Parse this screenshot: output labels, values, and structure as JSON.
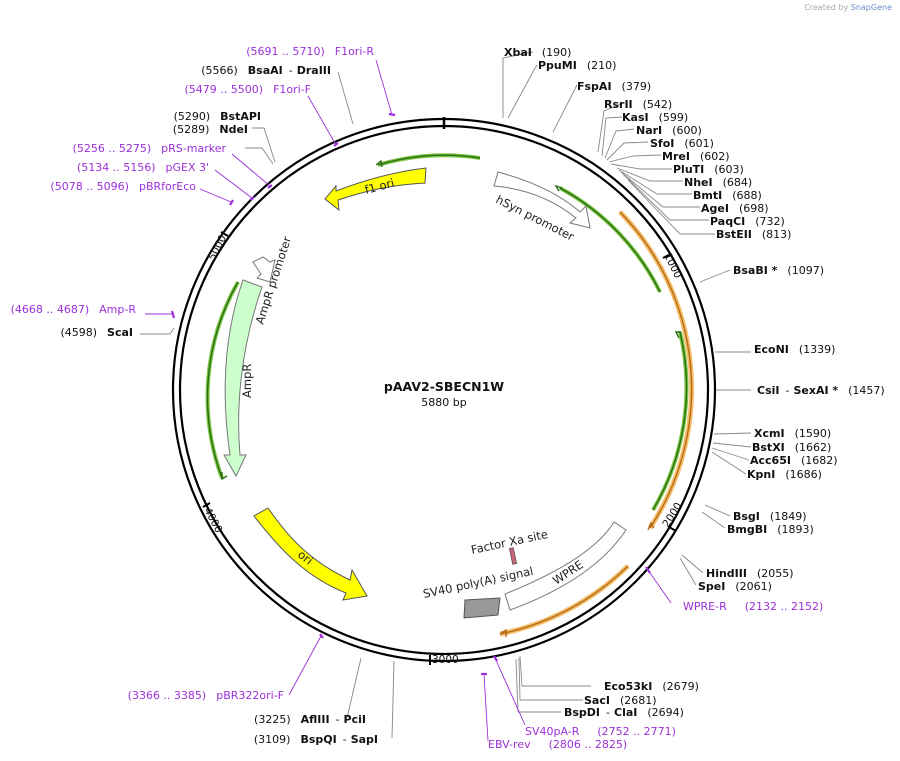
{
  "credit": {
    "prefix": "Created by",
    "brand": "SnapGene"
  },
  "plasmid": {
    "name": "pAAV2-SBECN1W",
    "length_label": "5880 bp"
  },
  "ticks": [
    "1000",
    "2000",
    "3000",
    "4000",
    "5000"
  ],
  "features": [
    {
      "label": "f1 ori",
      "color": "#ffff00"
    },
    {
      "label": "hSyn promoter",
      "color": "#ffffff"
    },
    {
      "label": "AmpR promoter",
      "color": "#ffffff"
    },
    {
      "label": "AmpR",
      "color": "#ccffcc"
    },
    {
      "label": "ori",
      "color": "#ffff00"
    },
    {
      "label": "Factor Xa site",
      "color": "#cc6677"
    },
    {
      "label": "SV40 poly(A) signal",
      "color": "#999999"
    },
    {
      "label": "WPRE",
      "color": "#ffffff"
    }
  ],
  "sites": [
    {
      "name": "XbaI",
      "pos": "(190)"
    },
    {
      "name": "PpuMI",
      "pos": "(210)"
    },
    {
      "name": "FspAI",
      "pos": "(379)"
    },
    {
      "name": "RsrII",
      "pos": "(542)"
    },
    {
      "name": "KasI",
      "pos": "(599)"
    },
    {
      "name": "NarI",
      "pos": "(600)"
    },
    {
      "name": "SfoI",
      "pos": "(601)"
    },
    {
      "name": "MreI",
      "pos": "(602)"
    },
    {
      "name": "PluTI",
      "pos": "(603)"
    },
    {
      "name": "NheI",
      "pos": "(684)"
    },
    {
      "name": "BmtI",
      "pos": "(688)"
    },
    {
      "name": "AgeI",
      "pos": "(698)"
    },
    {
      "name": "PaqCI",
      "pos": "(732)"
    },
    {
      "name": "BstEII",
      "pos": "(813)"
    },
    {
      "name": "BsaBI *",
      "pos": "(1097)"
    },
    {
      "name": "EcoNI",
      "pos": "(1339)"
    },
    {
      "name": "CsiI",
      "sep": "-",
      "name2": "SexAI *",
      "pos": "(1457)"
    },
    {
      "name": "XcmI",
      "pos": "(1590)"
    },
    {
      "name": "BstXI",
      "pos": "(1662)"
    },
    {
      "name": "Acc65I",
      "pos": "(1682)"
    },
    {
      "name": "KpnI",
      "pos": "(1686)"
    },
    {
      "name": "BsgI",
      "pos": "(1849)"
    },
    {
      "name": "BmgBI",
      "pos": "(1893)"
    },
    {
      "name": "HindIII",
      "pos": "(2055)"
    },
    {
      "name": "SpeI",
      "pos": "(2061)"
    },
    {
      "name": "Eco53kI",
      "pos": "(2679)"
    },
    {
      "name": "SacI",
      "pos": "(2681)"
    },
    {
      "name": "BspDI",
      "sep": "-",
      "name2": "ClaI",
      "pos": "(2694)"
    },
    {
      "name": "AflIII",
      "sep": "-",
      "name2": "PciI",
      "pos": "(3225)"
    },
    {
      "name": "BspQI",
      "sep": "-",
      "name2": "SapI",
      "pos": "(3109)"
    },
    {
      "name": "ScaI",
      "pos": "(4598)"
    },
    {
      "name": "NdeI",
      "pos": "(5289)"
    },
    {
      "name": "BstAPI",
      "pos": "(5290)"
    },
    {
      "name": "BsaAI",
      "sep": "-",
      "name2": "DraIII",
      "pos": "(5566)"
    }
  ],
  "primers": [
    {
      "range": "(5691 .. 5710)",
      "name": "F1ori-R"
    },
    {
      "range": "(5479 .. 5500)",
      "name": "F1ori-F"
    },
    {
      "range": "(5256 .. 5275)",
      "name": "pRS-marker"
    },
    {
      "range": "(5134 .. 5156)",
      "name": "pGEX 3'"
    },
    {
      "range": "(5078 .. 5096)",
      "name": "pBRforEco"
    },
    {
      "range": "(4668 .. 4687)",
      "name": "Amp-R"
    },
    {
      "range": "(3366 .. 3385)",
      "name": "pBR322ori-F"
    },
    {
      "range": "(2132 .. 2152)",
      "name": "WPRE-R"
    },
    {
      "range": "(2752 .. 2771)",
      "name": "SV40pA-R"
    },
    {
      "range": "(2806 .. 2825)",
      "name": "EBV-rev"
    }
  ]
}
